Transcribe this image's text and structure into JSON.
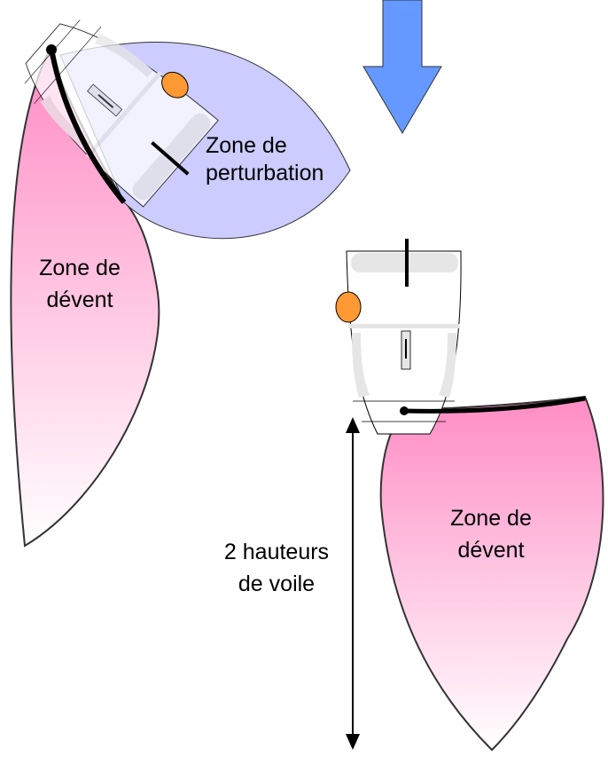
{
  "labels": {
    "perturbation_line1": "Zone de",
    "perturbation_line2": "perturbation",
    "devent_left_line1": "Zone de",
    "devent_left_line2": "dévent",
    "devent_right_line1": "Zone de",
    "devent_right_line2": "dévent",
    "distance_line1": "2 hauteurs",
    "distance_line2": "de voile"
  },
  "colors": {
    "wind_arrow": "#6699ff",
    "disturbance_zone": "#ccccff",
    "lee_zone": "#ff8cc4",
    "helmsman": "#ff9933"
  }
}
